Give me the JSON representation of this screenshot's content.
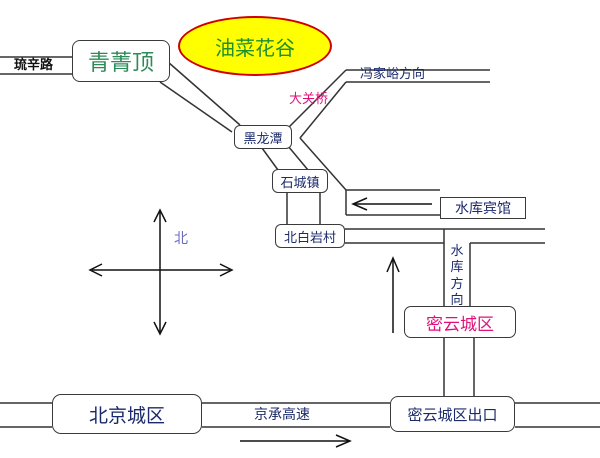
{
  "places": {
    "qingjingding": "青菁顶",
    "youcaihuagu": "油菜花谷",
    "liuxinlu": "琉辛路",
    "fengjiayu": "冯家峪方向",
    "daguanqiao": "大关桥",
    "heilongtan": "黑龙潭",
    "shichengzhen": "石城镇",
    "shuikubinguan": "水库宾馆",
    "beibaiyancun": "北白岩村",
    "shuikufangxiang": "水库方向",
    "miyunchengqu": "密云城区",
    "beijingchengqu": "北京城区",
    "jingchenggaosu": "京承高速",
    "miyunchengquchukou": "密云城区出口"
  },
  "compass": {
    "north": "北"
  },
  "colors": {
    "road_stroke": "#333333",
    "box_text": "#1b2a6b",
    "qingjingding_text": "#2e8b57",
    "youcaihuagu_fill": "#ffff00",
    "youcaihuagu_text": "#1f8f2f",
    "daguanqiao_text": "#e0107a",
    "miyunchengqu_text": "#e0107a",
    "north_label": "#6a6ac0"
  },
  "icons": {
    "compass": "compass-cross-arrows-icon",
    "direction_up": "arrow-up-icon",
    "direction_left": "arrow-left-icon",
    "direction_right": "arrow-right-icon"
  }
}
